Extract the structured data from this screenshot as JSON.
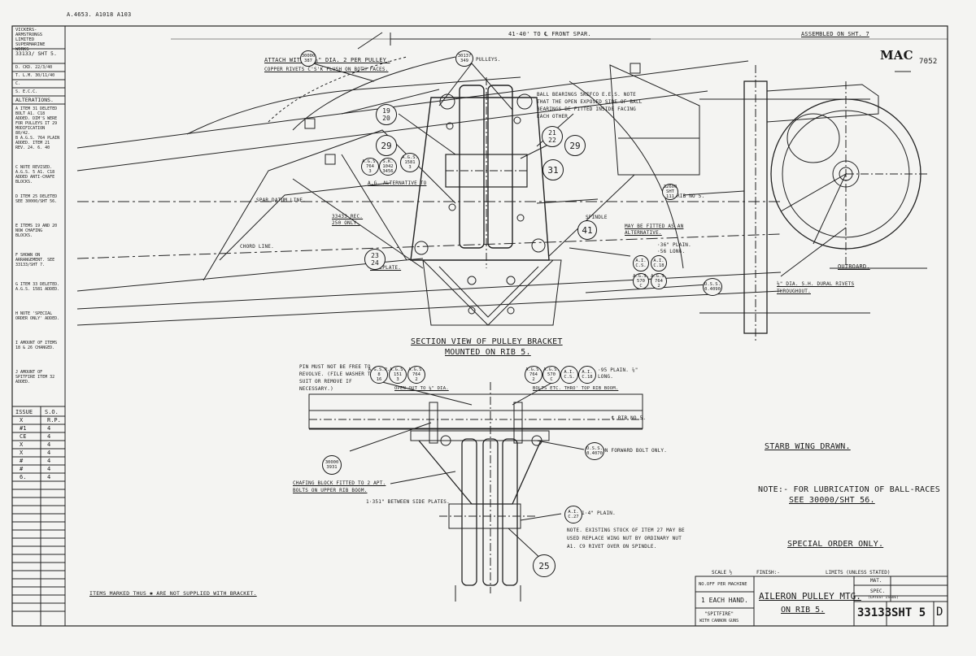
{
  "header": {
    "top_ref": "A.4653. A1018 A103",
    "front_spar": "41·40' TO ℄ FRONT SPAR.",
    "assembled": "ASSEMBLED ON SHT. 7",
    "mac_mark": "MAC",
    "mac_number": "7052"
  },
  "side_block": {
    "company": "VICKERS-ARMSTRONGS LIMITED SUPERMARINE WORKS",
    "drawing_no": "33133/ SHT 5.",
    "ckd": "D. CKD. 22/3/40",
    "tlm": "T. L.M. 30/11/40",
    "c": "C.",
    "sec": "S. E.C.C."
  },
  "alterations": {
    "title": "ALTERATIONS.",
    "items": [
      "A ITEM 31 DELETED BOLT A1. C18 ADDED. DIM'S WERE FOR PULLEYS IT 29 MODIFICATION 80/42.",
      "B A.G.S. 764 PLAIN ADDED. ITEM 21 REV. 24. 6. 40",
      "C NOTE REVISED. A.G.S. 5 A1. C18 ADDED ANTI-CHAFE BLOCKS.",
      "D ITEM 25 DELETED SEE 30000/SHT 56.",
      "E ITEMS 19 AND 20 NOW CHAFING BLOCKS.",
      "F SHOWN ON ARRANGEMENT. SEE 33133/SHT 7.",
      "G ITEM 33 DELETED. A.G.S. 1581 ADDED.",
      "H NOTE 'SPECIAL ORDER ONLY' ADDED.",
      "I AMOUNT OF ITEMS 18 & 26 CHANGED.",
      "J AMOUNT OF SPITFIRE ITEM 32 ADDED."
    ]
  },
  "issue_table": {
    "headers": [
      "ISSUE",
      "S.O."
    ],
    "rows": [
      [
        "X",
        "R.P."
      ],
      [
        "#1",
        "4"
      ],
      [
        "CE",
        "4"
      ],
      [
        "X",
        "4"
      ],
      [
        "X",
        "4"
      ],
      [
        "#",
        "4"
      ],
      [
        "#",
        "4"
      ],
      [
        "6.",
        "4"
      ]
    ]
  },
  "top_view": {
    "attach": "ATTACH WITH 3-⅛\" DIA. 2 PER PULLEY.",
    "copper": "COPPER RIVETS C'S'K FLUSH ON BOTH FACES.",
    "pulleys_label": "PULLEYS.",
    "bearing_note": "BALL BEARINGS SKEFCO E.E.S. NOTE THAT THE OPEN EXPOSED SIDE OF BALL BEARINGS BE FITTED INSIDE FACING EACH OTHER.",
    "ags_alt": "A.G. ALTERNATIVE TO",
    "spar_datum": "SPAR DATUM LINE.",
    "chord": "CHORD LINE.",
    "baseplate": "BASEPLATE.",
    "rec": "33433 REC. 250 ONLY.",
    "spindle": "SPINDLE",
    "may_fit": "MAY BE FITTED AS AN ALTERNATIVE.",
    "plain_note": "·36\" PLAIN. ·56 LONG.",
    "rib_no": "RIB NO 5.",
    "outboard": "OUTBOARD.",
    "dural": "⅛\" DIA. S.H. DURAL RIVETS THROUGHOUT.",
    "section_title": "SECTION VIEW OF PULLEY BRACKET",
    "section_sub": "MOUNTED ON RIB 5."
  },
  "bottom_view": {
    "pin_note": "PIN MUST NOT BE FREE TO REVOLVE. (FILE WASHER TO SUIT OR REMOVE IF NECESSARY.)",
    "open_out": "OPEN OUT TO ⅛\" DIA.",
    "plain_note2": "·95 PLAIN. ⅞\" LONG.",
    "bolts_note": "BOLTS ETC. THRO' TOP RIB BOOM.",
    "rib_no": "℄ RIB NO 5.",
    "forward_bolt": "ON FORWARD BOLT ONLY.",
    "chafing": "CHAFING BLOCK FITTED TO 2 APT. BOLTS ON UPPER RIB BOOM.",
    "between": "1·351\" BETWEEN SIDE PLATES.",
    "plain3": "1·4\" PLAIN.",
    "note_existing": "NOTE. EXISTING STOCK OF ITEM 27 MAY BE USED REPLACE WING NUT BY ORDINARY NUT A1. C9 RIVET OVER ON SPINDLE.",
    "items_note": "ITEMS MARKED THUS ✱ ARE NOT SUPPLIED WITH BRACKET."
  },
  "notes": {
    "starb": "STARB WING DRAWN.",
    "lub1": "NOTE:- FOR LUBRICATION OF BALL-RACES",
    "lub2": "SEE 30000/SHT 56.",
    "special": "SPECIAL ORDER ONLY."
  },
  "bubbles": [
    {
      "text": "30000\n387"
    },
    {
      "text": "30137\n349"
    },
    {
      "text": "A.G.S.\n764\n3"
    },
    {
      "text": "S.K.\n1042\n3456"
    },
    {
      "text": "A.G.S.\n1581\n3"
    },
    {
      "text": "32600\nSHT\n111"
    },
    {
      "text": "A.I.\nC.S."
    },
    {
      "text": "A.I.\nC.18"
    },
    {
      "text": "A.G.S.\n570\nC"
    },
    {
      "text": "A.G.S.\n764\n2"
    },
    {
      "text": "D.S.S.\n0.4090"
    },
    {
      "text": "A.G.S.P.\n8\n16"
    },
    {
      "text": "A.G.S.\n151\n3"
    },
    {
      "text": "A.G.S.\n764\n2"
    },
    {
      "text": "A.G.S.\n764\n2"
    },
    {
      "text": "A.G.S.\n570\nC"
    },
    {
      "text": "A.I.\nC.S."
    },
    {
      "text": "A.I.\nC.18"
    },
    {
      "text": "D.S.S.\n0.4070"
    },
    {
      "text": "30000\n3931"
    },
    {
      "text": "A.I.\nC.27"
    }
  ],
  "item_numbers": [
    {
      "text": "19\n20"
    },
    {
      "text": "21\n22"
    },
    {
      "text": "29"
    },
    {
      "text": "29"
    },
    {
      "text": "31"
    },
    {
      "text": "41"
    },
    {
      "text": "23\n24"
    },
    {
      "text": "25"
    }
  ],
  "title_block": {
    "scale": "SCALE ½",
    "finish": "FINISH:-",
    "limits": "LIMITS (UNLESS STATED)",
    "no_off": "NO.OFF PER MACHINE",
    "each_hand": "1 EACH HAND.",
    "spitfire": "\"SPITFIRE\"",
    "cannon": "WITH CANNON GUNS",
    "title": "AILERON PULLEY MTG.",
    "subtitle": "ON RIB 5.",
    "mat": "MAT.",
    "spec": "SPEC.",
    "latest": "(LATEST ISSUE)",
    "drawing_number": "33133",
    "sheet": "SHT 5",
    "letter": "D"
  }
}
